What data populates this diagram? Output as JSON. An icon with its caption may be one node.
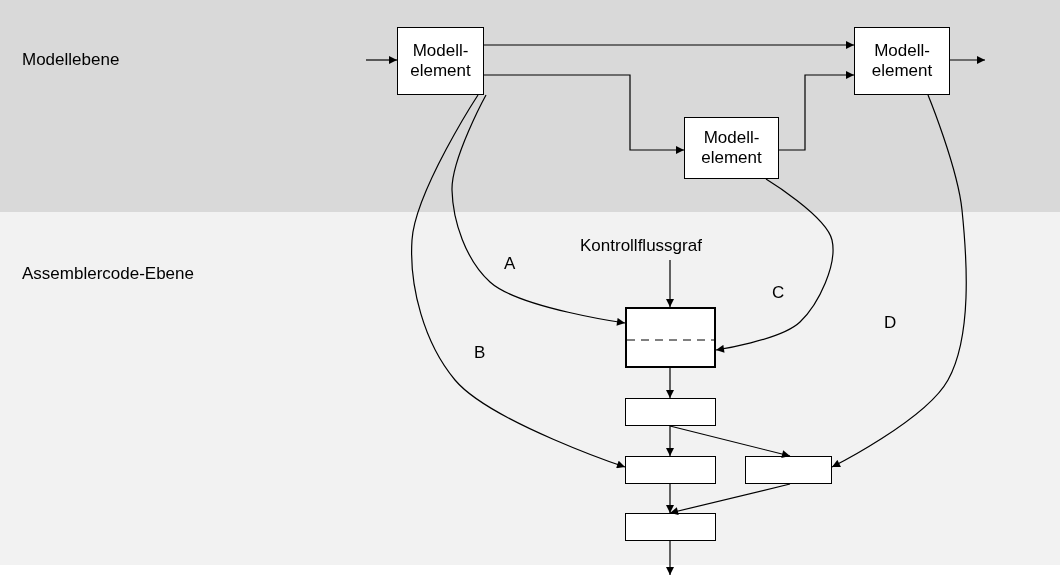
{
  "diagram": {
    "nodes": [
      {
        "text": [
          "Modellebene"
        ]
      },
      {
        "text": [
          "Modell- element"
        ],
        "in": 0
      },
      {
        "text": [
          "Modell- element"
        ],
        "in": 0
      },
      {
        "text": [
          "Modell- element"
        ],
        "in": 0
      },
      {
        "text": [
          "Assemblercode-Ebene"
        ]
      },
      {
        "text": [
          "Kontrollflussgraf"
        ],
        "in": 4
      },
      {
        "text": [],
        "shape": "box",
        "in": 4
      },
      {
        "text": [],
        "shape": "box",
        "in": 4
      },
      {
        "text": [],
        "shape": "box",
        "in": 4
      },
      {
        "text": [],
        "shape": "box",
        "in": 4
      },
      {
        "text": [],
        "shape": "box",
        "in": 4
      }
    ],
    "edges": [
      {
        "from": null,
        "to": 1,
        "arrow": "to"
      },
      {
        "from": 1,
        "to": 2,
        "arrow": "to"
      },
      {
        "from": 1,
        "to": 3,
        "arrow": "to"
      },
      {
        "from": 3,
        "to": 2,
        "arrow": "to"
      },
      {
        "from": 2,
        "to": null,
        "arrow": "to"
      },
      {
        "from": 5,
        "to": 6,
        "arrow": "to"
      },
      {
        "from": 6,
        "to": 7,
        "arrow": "to"
      },
      {
        "from": 7,
        "to": 8,
        "arrow": "to"
      },
      {
        "from": 7,
        "to": 9,
        "arrow": "to"
      },
      {
        "from": 8,
        "to": 10,
        "arrow": "to"
      },
      {
        "from": 9,
        "to": 10,
        "arrow": "to"
      },
      {
        "from": 10,
        "to": null,
        "arrow": "to"
      },
      {
        "from": 1,
        "to": 6,
        "arrow": "to",
        "label": "A"
      },
      {
        "from": 1,
        "to": 8,
        "arrow": "to",
        "label": "B"
      },
      {
        "from": 3,
        "to": 6,
        "arrow": "to",
        "label": "C"
      },
      {
        "from": 2,
        "to": 9,
        "arrow": "to",
        "label": "D"
      }
    ]
  }
}
